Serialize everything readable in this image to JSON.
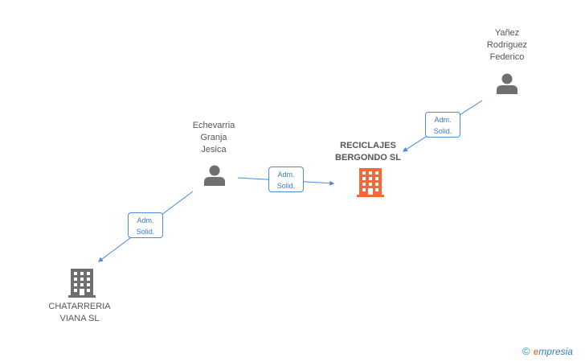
{
  "nodes": {
    "yanez": {
      "lines": [
        "Yañez",
        "Rodriguez",
        "Federico"
      ],
      "type": "person"
    },
    "echevarria": {
      "lines": [
        "Echevarria",
        "Granja",
        "Jesica"
      ],
      "type": "person"
    },
    "reciclajes": {
      "lines": [
        "RECICLAJES",
        "BERGONDO SL"
      ],
      "type": "company",
      "color": "#f26a3a"
    },
    "chatarreria": {
      "lines": [
        "CHATARRERIA",
        "VIANA SL"
      ],
      "type": "company",
      "color": "#6f6f6f"
    }
  },
  "relations": [
    {
      "line1": "Adm.",
      "line2": "Solid."
    },
    {
      "line1": "Adm.",
      "line2": "Solid."
    },
    {
      "line1": "Adm.",
      "line2": "Solid."
    }
  ],
  "colors": {
    "edge": "#4a8ad6",
    "person_icon": "#6f6f6f"
  },
  "watermark": {
    "copyright": "©",
    "brand_first": "e",
    "brand_rest": "mpresia"
  }
}
